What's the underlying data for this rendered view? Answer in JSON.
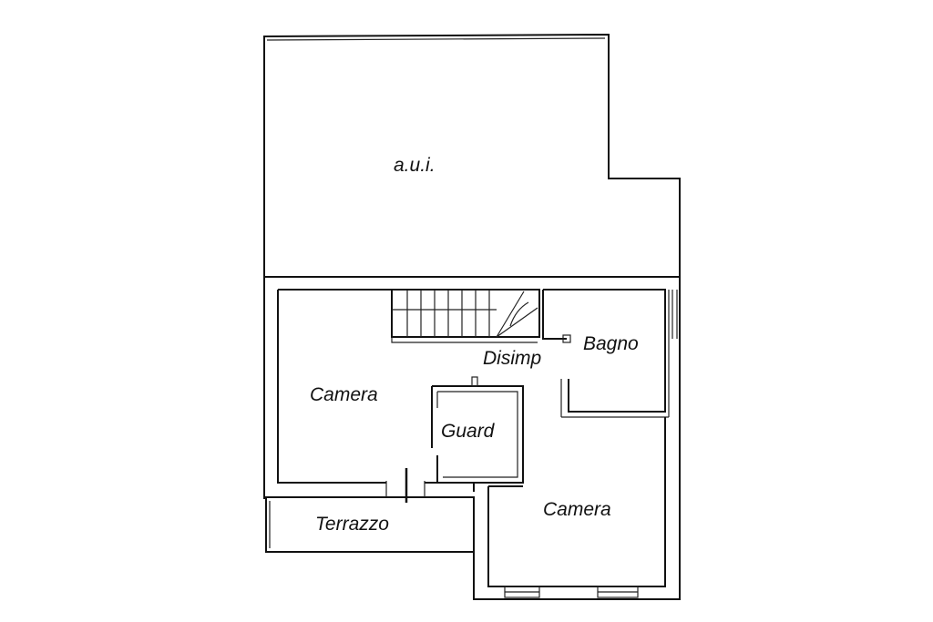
{
  "rooms": {
    "aui": "a.u.i.",
    "camera_left": "Camera",
    "disimp": "Disimp",
    "bagno": "Bagno",
    "guard": "Guard",
    "camera_right": "Camera",
    "terrazzo": "Terrazzo"
  }
}
